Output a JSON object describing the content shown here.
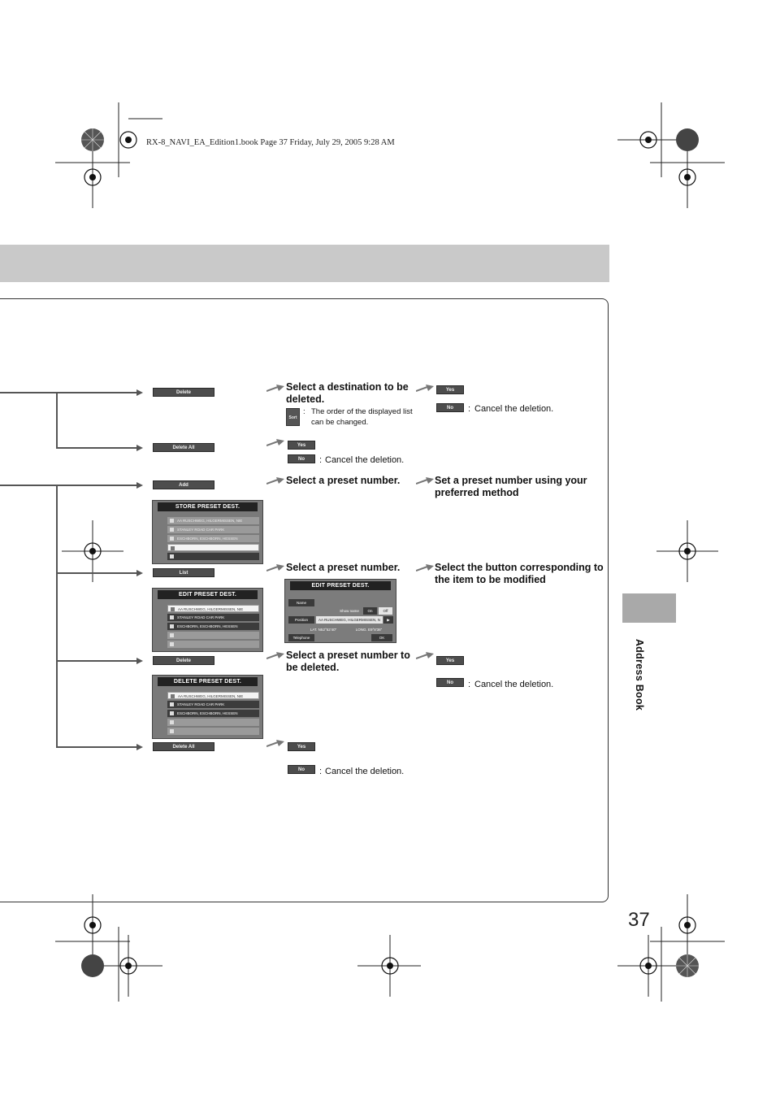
{
  "book_info": "RX-8_NAVI_EA_Edition1.book  Page 37  Friday, July 29, 2005  9:28 AM",
  "side_tab": "Address Book",
  "page_number": "37",
  "buttons": {
    "delete": "Delete",
    "delete_all": "Delete All",
    "add": "Add",
    "list": "List",
    "yes": "Yes",
    "no": "No",
    "sort": "Sort"
  },
  "steps": {
    "select_destination": "Select a destination to be deleted.",
    "sort_note": "The order of the displayed list can be changed.",
    "cancel_deletion": "Cancel the deletion.",
    "select_preset_number": "Select a preset number.",
    "set_preset_number": "Set a preset number using your preferred method",
    "select_button": "Select the button corresponding to the item to be modified",
    "select_preset_delete": "Select a preset number to be deleted."
  },
  "colon": ":",
  "screens": {
    "store": {
      "title": "STORE PRESET DEST.",
      "rows": [
        "AA RUSCHWEG, HILGERMISSEN, NIE",
        "STANLEY ROAD CAR PARK",
        "ESCHBORN, ESCHBORN, HESSEN",
        "",
        ""
      ]
    },
    "edit_list": {
      "title": "EDIT PRESET DEST.",
      "rows": [
        "AA RUSCHWEG, HILGERMISSEN, NIE",
        "STANLEY ROAD CAR PARK",
        "ESCHBORN, ESCHBORN, HESSEN",
        "",
        ""
      ]
    },
    "edit_detail": {
      "title": "EDIT PRESET DEST.",
      "name_label": "Name",
      "show_name": "Show name",
      "on": "On",
      "off": "Off",
      "position_label": "Position",
      "position_value": "AA RUSCHWEG, HILGERMISSEN, N",
      "lat": "LAT. N52°52'40\"",
      "long": "LONG. E9°8'36\"",
      "telephone_label": "Telephone",
      "ok": "OK"
    },
    "delete_list": {
      "title": "DELETE PRESET DEST.",
      "rows": [
        "AA RUSCHWEG, HILGERMISSEN, NIE",
        "STANLEY ROAD CAR PARK",
        "ESCHBORN, ESCHBORN, HESSEN",
        "",
        ""
      ]
    }
  }
}
